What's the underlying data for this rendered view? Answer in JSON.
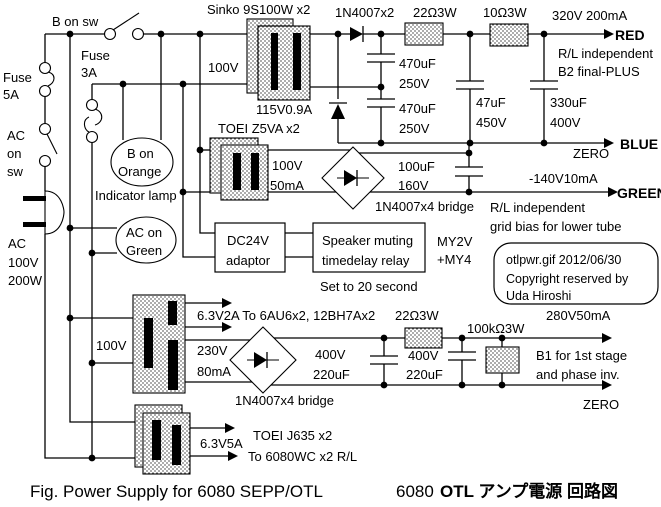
{
  "labels": {
    "b_on_sw": "B on sw",
    "sinko": "Sinko  9S100W x2",
    "d1": "1N4007x2",
    "r22_top": "22Ω3W",
    "r10_top": "10Ω3W",
    "out_red_v": "320V 200mA",
    "out_red": "RED",
    "fuse5_l1": "Fuse",
    "fuse5_l2": "5A",
    "fuse3_l1": "Fuse",
    "fuse3_l2": "3A",
    "t1_primary": "100V",
    "c1a_v": "470uF",
    "c1a_r": "250V",
    "c1b_v": "470uF",
    "c1b_r": "250V",
    "red_note1": "R/L independent",
    "red_note2": "B2 final-PLUS",
    "c2_v": "47uF",
    "c2_r": "450V",
    "c3_v": "330uF",
    "c3_r": "400V",
    "t1_secondary": "115V0.9A",
    "ac_sw_l1": "AC",
    "ac_sw_l2": "on",
    "ac_sw_l3": "sw",
    "t2_name": "TOEI Z5VA x2",
    "t2_sec_l1": "100V",
    "t2_sec_l2": "50mA",
    "c4_v": "100uF",
    "c4_r": "160V",
    "zero_top": "ZERO",
    "out_blue": "BLUE",
    "green_v": "-140V10mA",
    "out_green": "GREEN",
    "lamp1_l1": "B on",
    "lamp1_l2": "Orange",
    "indicator": "Indicator lamp",
    "bridge1": "1N4007x4 bridge",
    "green_note1": "R/L independent",
    "green_note2": "grid bias for lower tube",
    "ac_in_l1": "AC",
    "ac_in_l2": "100V",
    "ac_in_l3": "200W",
    "lamp2_l1": "AC on",
    "lamp2_l2": "Green",
    "adaptor_l1": "DC24V",
    "adaptor_l2": "adaptor",
    "relay_l1": "Speaker muting",
    "relay_l2": "timedelay relay",
    "relay_model_l1": "MY2V",
    "relay_model_l2": "+MY4",
    "relay_note": "Set to 20 second",
    "credit_l1": "otlpwr.gif  2012/06/30",
    "credit_l2": "Copyright  reserved  by",
    "credit_l3": "Uda Hiroshi",
    "t3_primary": "100V",
    "heater1": "6.3V2A  To 6AU6x2, 12BH7Ax2",
    "t3_sec_l1": "230V",
    "t3_sec_l2": "80mA",
    "bridge2": "1N4007x4 bridge",
    "r22_bot": "22Ω3W",
    "c5_l1": "400V",
    "c5_l2": "220uF",
    "c6_l1": "400V",
    "c6_l2": "220uF",
    "r100k": "100kΩ3W",
    "out_b1_v": "280V50mA",
    "b1_note1": "B1 for 1st stage",
    "b1_note2": "and phase inv.",
    "zero_bot": "ZERO",
    "t4_heater": "6.3V5A",
    "t4_name": "TOEI J635 x2",
    "t4_to": "To 6080WC x2  R/L",
    "caption_fig": "Fig.   Power Supply for 6080 SEPP/OTL",
    "caption_6080": "6080 ",
    "caption_otl": "OTL アンプ電源 回路図"
  },
  "colors": {
    "ink": "#000000",
    "paper": "#ffffff"
  }
}
